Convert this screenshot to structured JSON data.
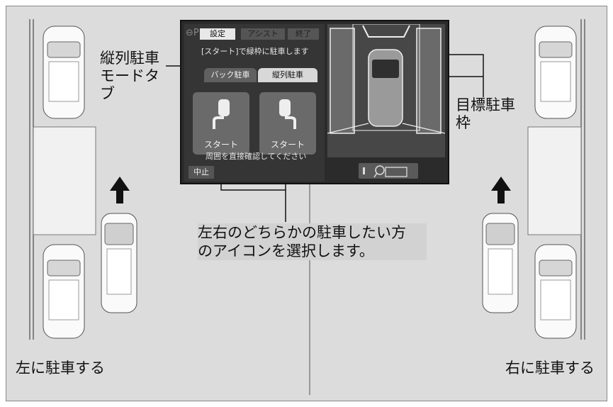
{
  "labels": {
    "parallel_mode_tab": [
      "縦列駐車",
      "モードタ",
      "ブ"
    ],
    "target_frame": [
      "目標駐車",
      "枠"
    ],
    "instruction": [
      "左右のどちらかの駐車したい方",
      "のアイコンを選択します。"
    ],
    "park_left": "左に駐車する",
    "park_right": "右に駐車する"
  },
  "screen": {
    "tabs": {
      "setting": "設定",
      "assist": "アシスト",
      "end": "終了"
    },
    "hint": "[スタート]で緑枠に駐車します",
    "mode_tabs": {
      "back": "バック駐車",
      "parallel": "縦列駐車"
    },
    "start_left": "スタート",
    "start_right": "スタート",
    "warning": "周囲を直接確認してください",
    "stop": "中止"
  }
}
